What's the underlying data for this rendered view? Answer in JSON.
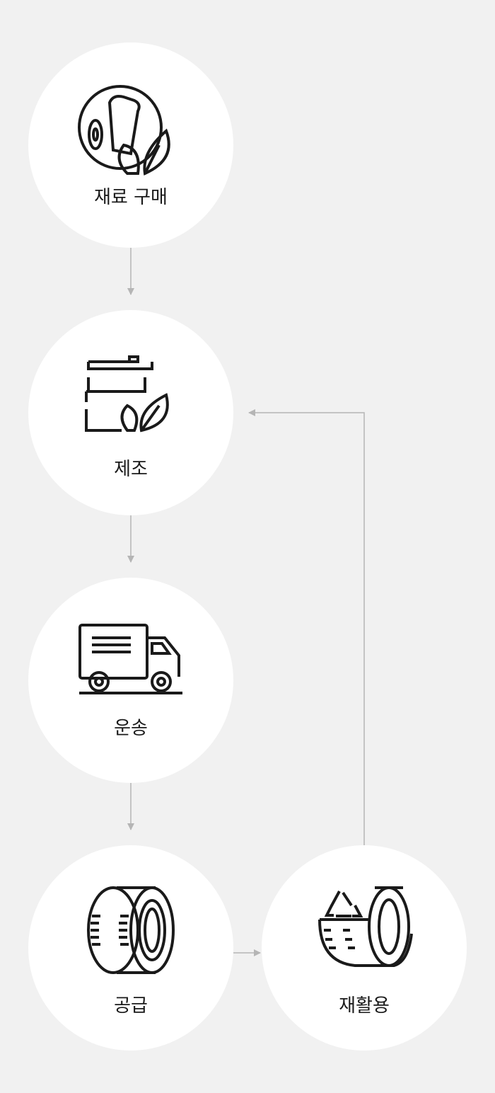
{
  "steps": [
    {
      "label": "재료 구매",
      "icon": "material-roll-leaf-icon"
    },
    {
      "label": "제조",
      "icon": "barrel-leaf-icon"
    },
    {
      "label": "운송",
      "icon": "truck-icon"
    },
    {
      "label": "공급",
      "icon": "tire-icon"
    },
    {
      "label": "재활용",
      "icon": "recycle-tire-icon"
    }
  ],
  "colors": {
    "background": "#f1f1f1",
    "node": "#ffffff",
    "connector": "#b5b5b5",
    "icon": "#1a1a1a"
  }
}
